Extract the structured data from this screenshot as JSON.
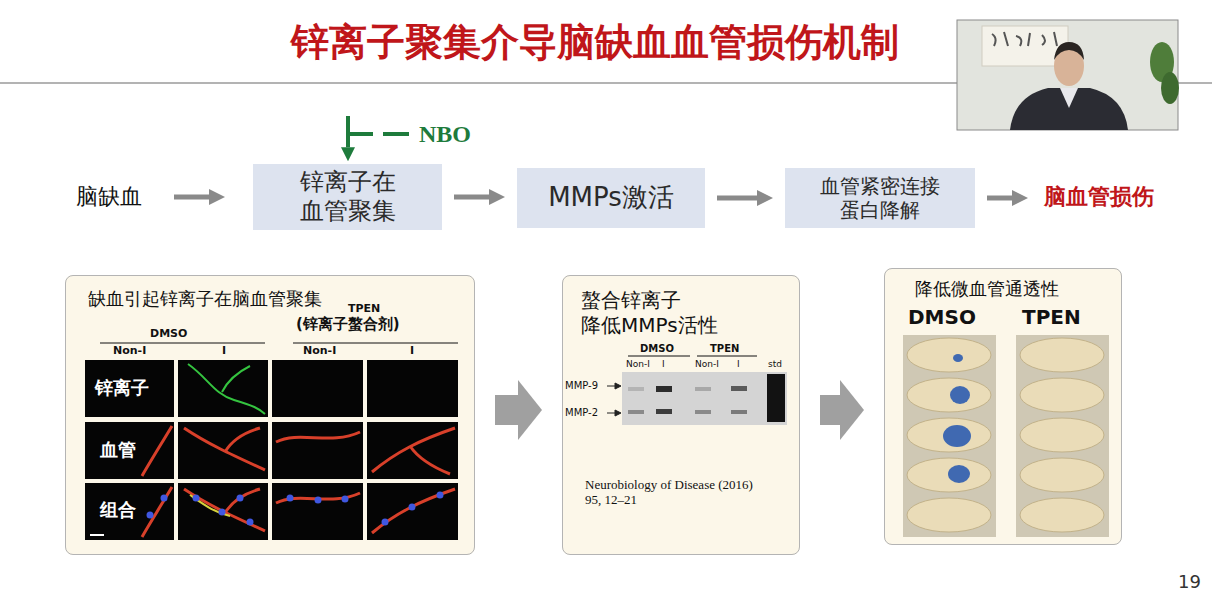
{
  "diagram": {
    "title": "锌离子聚集介导脑缺血血管损伤机制",
    "nodes": [
      {
        "text": [
          "脑缺血"
        ]
      },
      {
        "text": [
          "锌离子在 血管聚集"
        ]
      },
      {
        "text": [
          "MMPs激活"
        ]
      },
      {
        "text": [
          "血管紧密连接 蛋白降解"
        ]
      },
      {
        "text": [
          "脑血管损伤"
        ]
      },
      {
        "text": [
          "NBO"
        ]
      },
      {
        "text": [
          "缺血引起锌离子在脑血管聚集"
        ]
      },
      {
        "text": [
          "螯合锌离子 降低MMPs活性"
        ]
      },
      {
        "text": [
          "降低微血管通透性"
        ]
      }
    ],
    "edges": [
      {
        "from": 0,
        "to": 1,
        "arrow": "to"
      },
      {
        "from": 1,
        "to": 2,
        "arrow": "to"
      },
      {
        "from": 2,
        "to": 3,
        "arrow": "to"
      },
      {
        "from": 3,
        "to": 4,
        "arrow": "to"
      },
      {
        "from": 5,
        "to": 1,
        "arrow": "to"
      },
      {
        "from": 6,
        "to": 7,
        "arrow": "to"
      },
      {
        "from": 7,
        "to": 8,
        "arrow": "to"
      }
    ],
    "labels": [
      "DMSO",
      "TPEN",
      "(锌离子螯合剂)",
      "Non-I",
      "I",
      "Non-I",
      "I",
      "锌离子",
      "血管",
      "组合",
      "DMSO",
      "TPEN",
      "Non-I",
      "I",
      "Non-I",
      "I",
      "std",
      "MMP-9",
      "MMP-2",
      "Neurobiology of Disease (2016) 95, 12–21",
      "DMSO",
      "TPEN",
      "19"
    ]
  }
}
